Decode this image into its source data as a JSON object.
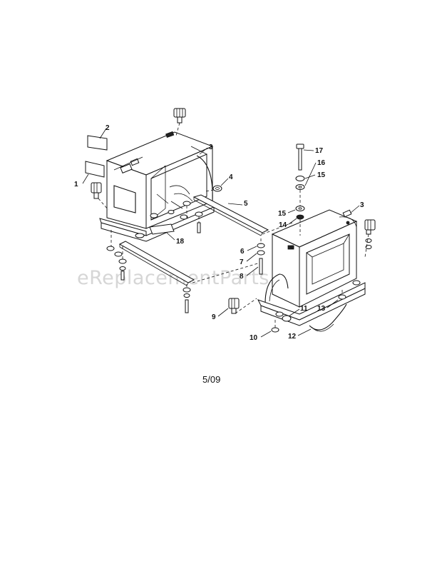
{
  "watermark": "eReplacementParts.com",
  "date_code": "5/09",
  "callouts": [
    {
      "id": "c1",
      "text": "1"
    },
    {
      "id": "c2",
      "text": "2"
    },
    {
      "id": "c3a",
      "text": "3"
    },
    {
      "id": "c3b",
      "text": "3"
    },
    {
      "id": "c4",
      "text": "4"
    },
    {
      "id": "c5",
      "text": "5"
    },
    {
      "id": "c6",
      "text": "6"
    },
    {
      "id": "c7",
      "text": "7"
    },
    {
      "id": "c8",
      "text": "8"
    },
    {
      "id": "c9",
      "text": "9"
    },
    {
      "id": "c10",
      "text": "10"
    },
    {
      "id": "c11",
      "text": "11"
    },
    {
      "id": "c12",
      "text": "12"
    },
    {
      "id": "c13",
      "text": "13"
    },
    {
      "id": "c14",
      "text": "14"
    },
    {
      "id": "c15a",
      "text": "15"
    },
    {
      "id": "c15b",
      "text": "15"
    },
    {
      "id": "c16",
      "text": "16"
    },
    {
      "id": "c17",
      "text": "17"
    },
    {
      "id": "c18",
      "text": "18"
    }
  ]
}
